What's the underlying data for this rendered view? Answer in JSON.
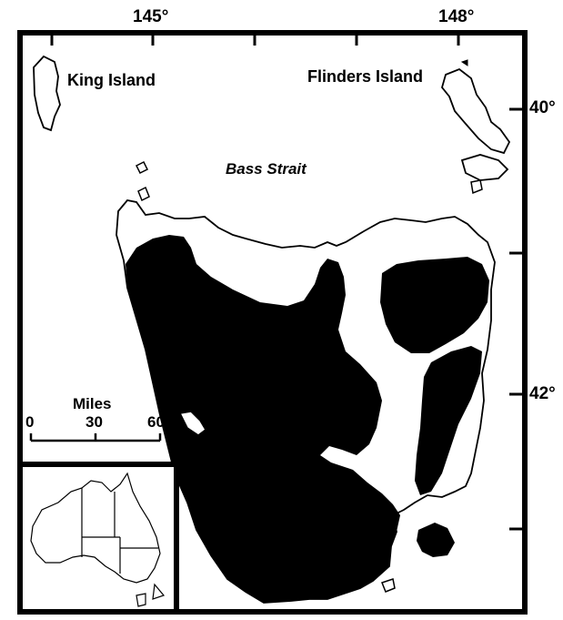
{
  "map": {
    "longitude_labels": [
      "145°",
      "148°"
    ],
    "latitude_labels": [
      "40°",
      "42°"
    ],
    "places": {
      "king_island": "King Island",
      "flinders_island": "Flinders Island"
    },
    "water_body": "Bass Strait",
    "scale": {
      "title": "Miles",
      "ticks": [
        "0",
        "30",
        "60"
      ]
    },
    "colors": {
      "fill": "#000000",
      "background": "#ffffff"
    }
  }
}
